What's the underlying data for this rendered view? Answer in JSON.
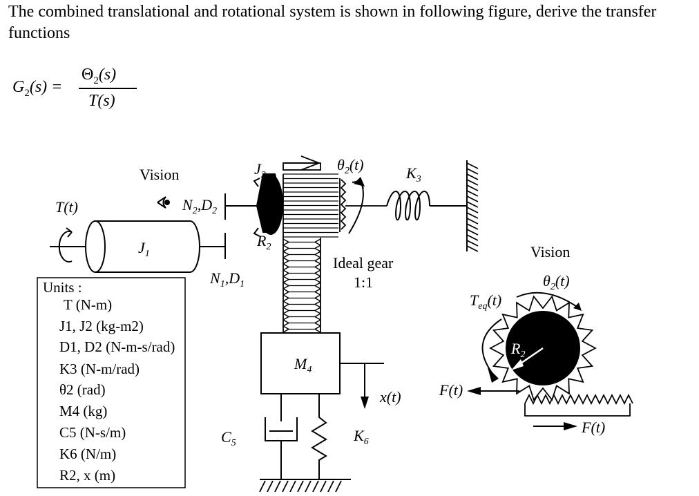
{
  "problem": {
    "text": "The combined translational and rotational system is shown in following figure, derive the transfer functions"
  },
  "formula": {
    "lhs": "G",
    "lhs_sub": "2",
    "lhs_arg": "(s) =",
    "num": "Θ",
    "num_sub": "2",
    "num_arg": "(s)",
    "den": "T(s)"
  },
  "figure": {
    "vision_left": "Vision",
    "vision_right": "Vision",
    "torque_input": "T(t)",
    "j1": "J",
    "j1_sub": "1",
    "j2": "J",
    "j2_sub": "2",
    "n2d2": "N",
    "n2d2_sub_a": "2",
    "n2d2_mid": ",D",
    "n2d2_sub_b": "2",
    "n1d1": "N",
    "n1d1_sub_a": "1",
    "n1d1_mid": ",D",
    "n1d1_sub_b": "1",
    "r2_label": "R",
    "r2_sub": "2",
    "theta2": "θ",
    "theta2_sub": "2",
    "theta2_arg": "(t)",
    "k3": "K",
    "k3_sub": "3",
    "ideal_gear": "Ideal gear",
    "gear_ratio": "1:1",
    "m4": "M",
    "m4_sub": "4",
    "c5": "C",
    "c5_sub": "5",
    "k6": "K",
    "k6_sub": "6",
    "x_t": "x(t)",
    "teq": "T",
    "teq_sub": "eq",
    "teq_arg": "(t)",
    "f_left": "F(t)",
    "f_right": "F(t)"
  },
  "units": {
    "title": "Units :",
    "lines": [
      "T (N-m)",
      "J1, J2 (kg-m2)",
      "D1, D2 (N-m-s/rad)",
      "K3 (N-m/rad)",
      "θ2 (rad)",
      "M4 (kg)",
      "C5 (N-s/m)",
      "K6 (N/m)",
      "R2, x (m)"
    ]
  }
}
